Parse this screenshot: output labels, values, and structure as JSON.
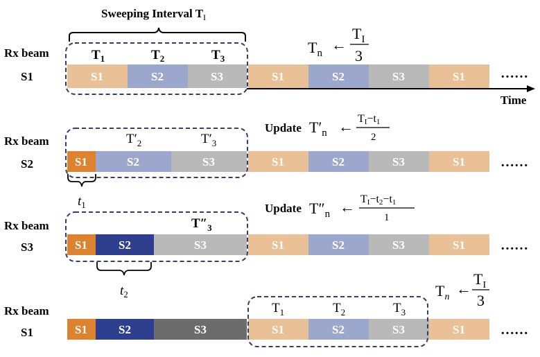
{
  "colors": {
    "peach": "#eac096",
    "blue_light": "#9ca7cd",
    "gray_light": "#b9b9b9",
    "orange": "#dd832f",
    "navy": "#2e3f8f",
    "gray_dark": "#6c6c6c",
    "dash": "#2e3f6a"
  },
  "rows": [
    {
      "label1": "Rx beam",
      "label2": "S1",
      "segments": [
        "S1",
        "S2",
        "S3",
        "S1",
        "S2",
        "S3",
        "S1"
      ],
      "slot_labels": [
        "T",
        "T",
        "T"
      ],
      "slot_subs": [
        "1",
        "2",
        "3"
      ],
      "ellipsis": "……"
    },
    {
      "label1": "Rx beam",
      "label2": "S2",
      "segments": [
        "S1",
        "S2",
        "S3",
        "S1",
        "S2",
        "S3",
        "S1"
      ],
      "slot_labels": [
        "T′",
        "T′"
      ],
      "slot_subs": [
        "2",
        "3"
      ],
      "ellipsis": "……"
    },
    {
      "label1": "Rx beam",
      "label2": "S3",
      "segments": [
        "S1",
        "S2",
        "S3",
        "S1",
        "S2",
        "S3",
        "S1"
      ],
      "slot_labels": [
        "T″"
      ],
      "slot_subs": [
        "3"
      ],
      "ellipsis": "……"
    },
    {
      "label1": "Rx beam",
      "label2": "S1",
      "segments": [
        "S1",
        "S2",
        "S3",
        "S1",
        "S2",
        "S3",
        "S1"
      ],
      "slot_labels": [
        "T",
        "T",
        "T"
      ],
      "slot_subs": [
        "1",
        "2",
        "3"
      ],
      "ellipsis": "……"
    }
  ],
  "sweeping": {
    "text": "Sweeping Interval T",
    "sub": "I"
  },
  "time_label": "Time",
  "formulas": {
    "f1": {
      "lhs": "T",
      "lhs_sub": "n",
      "arrow": "←",
      "num": "T",
      "num_sub": "I",
      "den": "3"
    },
    "f2": {
      "prefix": "Update",
      "lhs": "T′",
      "lhs_sub": "n",
      "arrow": "←",
      "num_a": "T",
      "num_a_sub": "I",
      "num_rest": "−t",
      "num_rest_sub": "1",
      "den": "2"
    },
    "f3": {
      "prefix": "Update",
      "lhs": "T″",
      "lhs_sub": "n",
      "arrow": "←",
      "num_a": "T",
      "num_a_sub": "I",
      "num_b": "−t",
      "num_b_sub": "2",
      "num_c": "−t",
      "num_c_sub": "1",
      "den": "1"
    },
    "f4": {
      "lhs": "T",
      "lhs_sub": "n",
      "arrow": "←",
      "num": "T",
      "num_sub": "I",
      "den": "3"
    }
  },
  "t_labels": {
    "t1": "t",
    "t1_sub": "1",
    "t2": "t",
    "t2_sub": "2"
  }
}
